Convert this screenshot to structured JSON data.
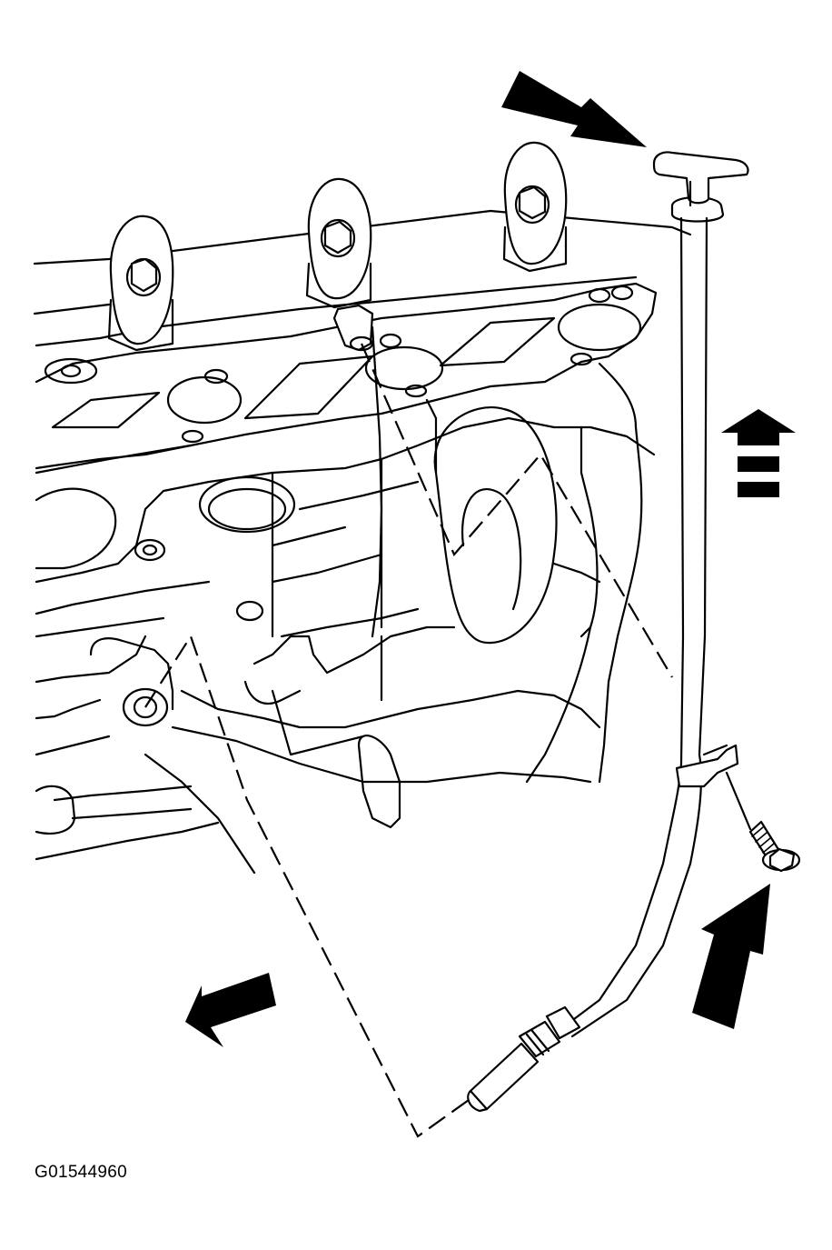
{
  "figure": {
    "id_label": "G01544960",
    "parts": [
      "engine-block",
      "cylinder-head",
      "exhaust-manifold",
      "oil-level-dipstick",
      "dipstick-tube",
      "dipstick-tube-bolt"
    ],
    "arrows": {
      "dipstick-handle-arrow": "points-to-dipstick-handle",
      "tube-bolt-arrow": "points-to-tube-bolt",
      "up-direction-arrow": "up",
      "front-direction-arrow": "left"
    },
    "colors": {
      "line": "#000000",
      "background": "#ffffff"
    }
  }
}
